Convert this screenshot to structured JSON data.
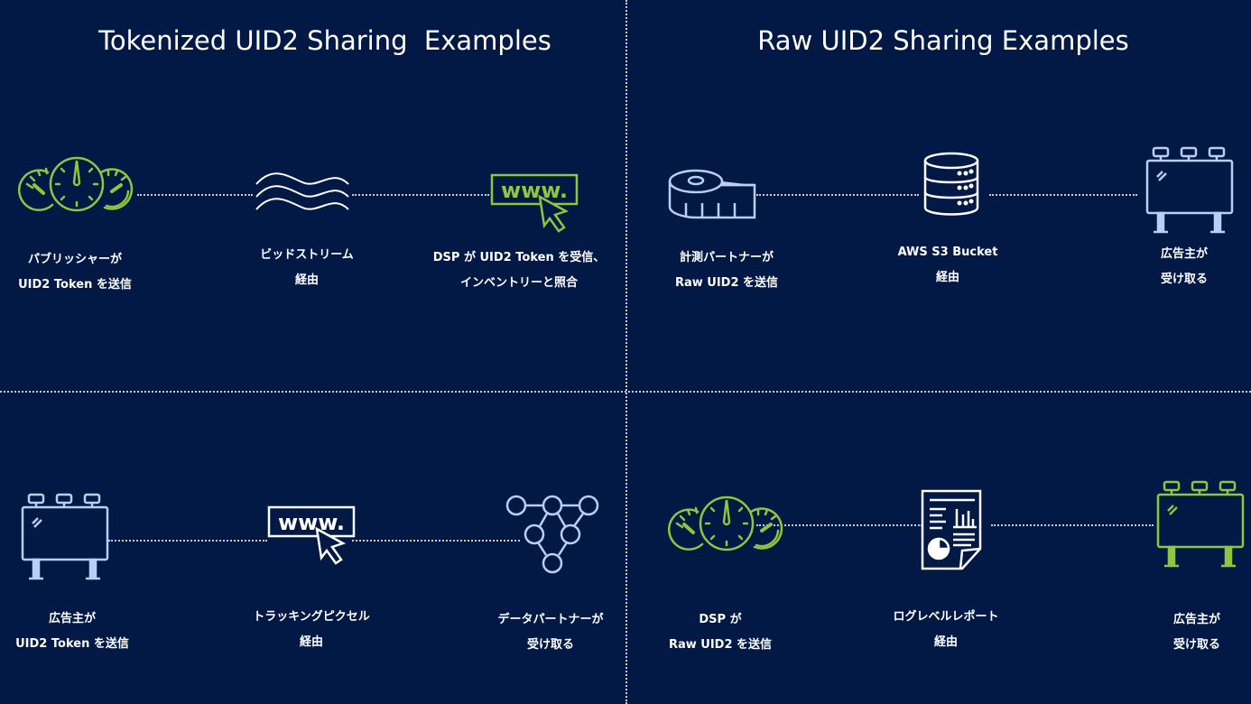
{
  "colors": {
    "background": "#011944",
    "green": "#8dc63f",
    "blue": "#b8d0f8",
    "white": "#ffffff",
    "divider": "#c9ccd6"
  },
  "sections": {
    "tokenized": {
      "title": "Tokenized UID2 Sharing  Examples",
      "row1": [
        {
          "icon": "dashboard-gauges-icon",
          "color": "green",
          "line1": "パブリッシャーが",
          "line2": "UID2 Token を送信"
        },
        {
          "icon": "bidstream-waves-icon",
          "color": "white",
          "line1": "ビッドストリーム",
          "line2": "経由"
        },
        {
          "icon": "www-cursor-icon",
          "color": "green",
          "line1": "DSP が UID2 Token を受信、",
          "line2": "インベントリーと照合"
        }
      ],
      "row2": [
        {
          "icon": "billboard-icon",
          "color": "blue",
          "line1": "広告主が",
          "line2": "UID2 Token を送信"
        },
        {
          "icon": "www-cursor-icon",
          "color": "white",
          "line1": "トラッキングピクセル",
          "line2": "経由"
        },
        {
          "icon": "network-nodes-icon",
          "color": "blue",
          "line1": "データパートナーが",
          "line2": "受け取る"
        }
      ]
    },
    "raw": {
      "title": "Raw UID2 Sharing Examples",
      "row1": [
        {
          "icon": "tape-measure-icon",
          "color": "blue",
          "line1": "計測パートナーが",
          "line2": "Raw UID2 を送信"
        },
        {
          "icon": "database-icon",
          "color": "white",
          "line1": "AWS S3 Bucket",
          "line2": "経由"
        },
        {
          "icon": "billboard-icon",
          "color": "blue",
          "line1": "広告主が",
          "line2": "受け取る"
        }
      ],
      "row2": [
        {
          "icon": "dashboard-gauges-icon",
          "color": "green",
          "line1": "DSP が",
          "line2": "Raw UID2 を送信"
        },
        {
          "icon": "log-report-icon",
          "color": "white",
          "line1": "ログレベルレポート",
          "line2": "経由"
        },
        {
          "icon": "billboard-icon",
          "color": "green",
          "line1": "広告主が",
          "line2": "受け取る"
        }
      ]
    }
  }
}
